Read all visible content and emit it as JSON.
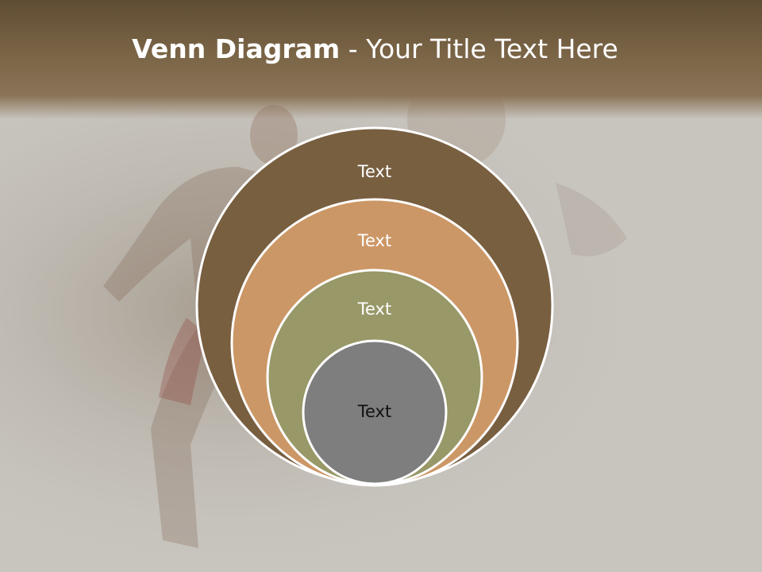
{
  "title": {
    "bold": "Venn Diagram",
    "rest": " - Your Title Text Here"
  },
  "venn": {
    "circles": [
      {
        "label": "Text",
        "fill": "#785f40",
        "text_color": "#ffffff"
      },
      {
        "label": "Text",
        "fill": "#cc9766",
        "text_color": "#ffffff"
      },
      {
        "label": "Text",
        "fill": "#989868",
        "text_color": "#ffffff"
      },
      {
        "label": "Text",
        "fill": "#7e7e7e",
        "text_color": "#111111"
      }
    ]
  },
  "colors": {
    "header": "#6e5a3d",
    "background": "#c9c6c0",
    "circle_outline": "#ffffff"
  }
}
